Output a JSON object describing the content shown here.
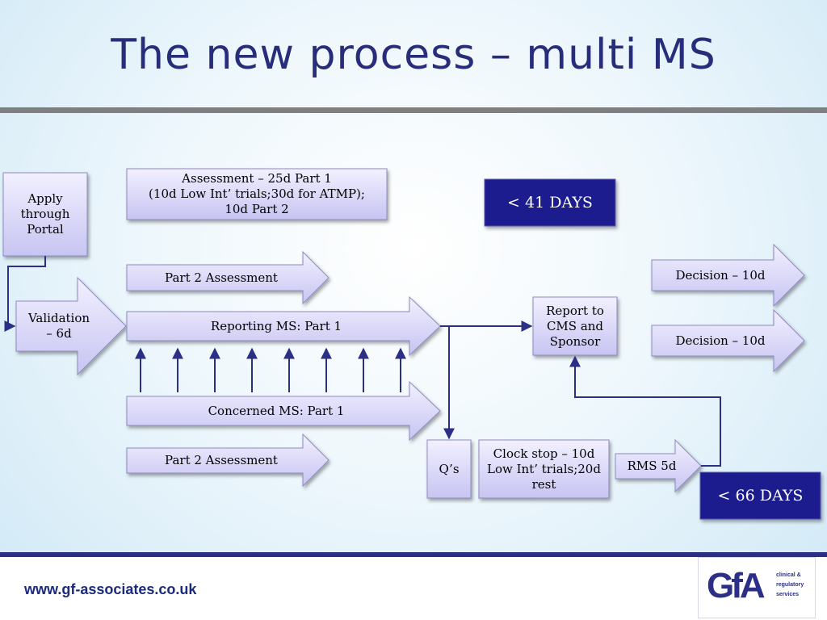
{
  "title": "The new process – multi MS",
  "boxes": {
    "apply": "Apply\nthrough\nPortal",
    "assessment_note": "Assessment – 25d Part 1\n(10d Low Int’ trials;30d for ATMP);\n10d Part 2",
    "validation": "Validation\n– 6d",
    "part2_top": "Part 2 Assessment",
    "reporting_ms": "Reporting MS: Part 1",
    "concerned_ms": "Concerned MS: Part 1",
    "part2_bottom": "Part 2 Assessment",
    "report_to_cms": "Report to\nCMS and\nSponsor",
    "decision_1": "Decision – 10d",
    "decision_2": "Decision – 10d",
    "qs": "Q’s",
    "clock_stop": "Clock stop – 10d\nLow Int’ trials;20d\nrest",
    "rms": "RMS 5d"
  },
  "days_41": "< 41 DAYS",
  "days_66": "< 66 DAYS",
  "footer_url": "www.gf-associates.co.uk",
  "logo": {
    "mark": "GfA",
    "tagline": "clinical &\nregulatory\nservices"
  },
  "colors": {
    "box_top": "#f2f0ff",
    "box_bottom": "#c7c4f2",
    "box_stroke": "#8c8cc0",
    "days_fill": "#1d1e8e",
    "connector": "#2b2f86",
    "title": "#272d7a"
  }
}
